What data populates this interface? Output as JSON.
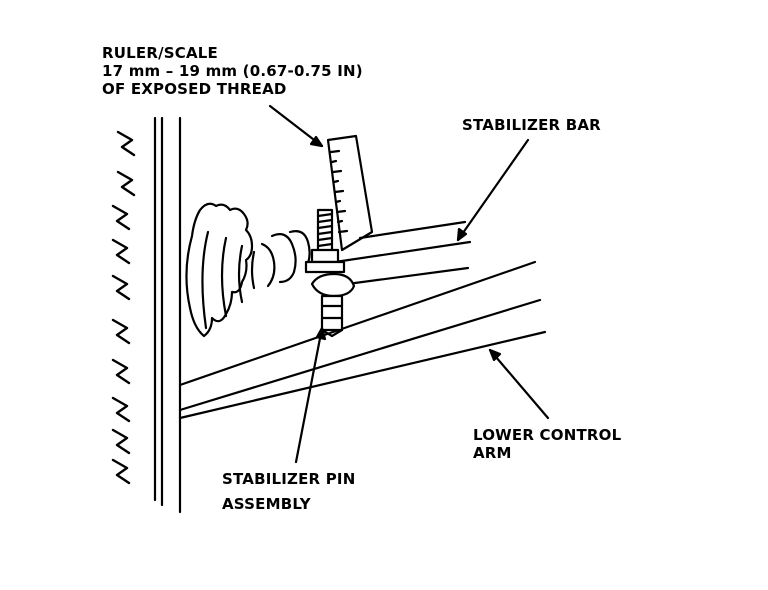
{
  "labels": {
    "ruler": {
      "line1": "RULER/SCALE",
      "line2": "17 mm – 19 mm (0.67-0.75 IN)",
      "line3": "OF EXPOSED THREAD"
    },
    "stabilizer_bar": "STABILIZER BAR",
    "lower_control_arm": {
      "line1": "LOWER CONTROL",
      "line2": "ARM"
    },
    "stabilizer_pin": {
      "line1": "STABILIZER PIN",
      "line2": "ASSEMBLY"
    }
  },
  "colors": {
    "ink": "#000000",
    "paper": "#ffffff"
  }
}
